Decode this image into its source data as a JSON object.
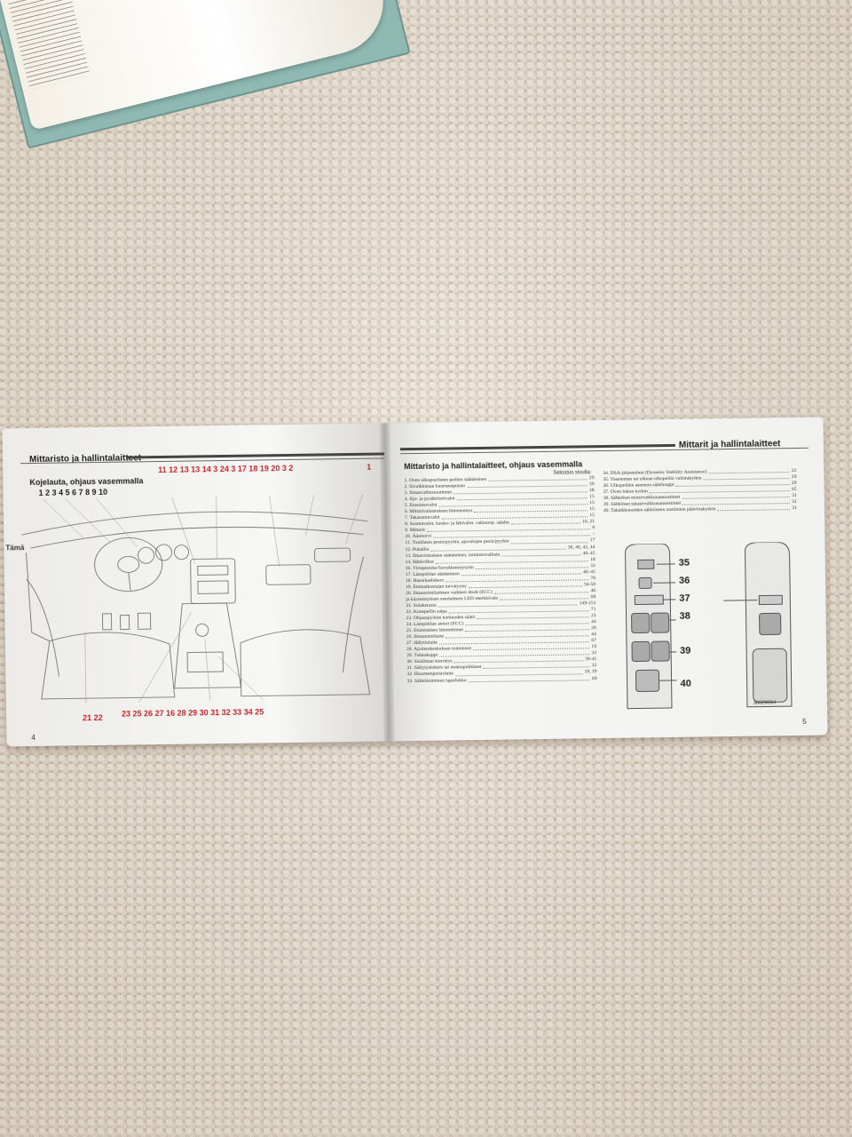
{
  "manual": {
    "left_header": "Mittaristo ja hallintalaitteet",
    "right_header": "Mittarit ja hallintalaitteet",
    "left_subtitle": "Kojelauta, ohjaus vasemmalla",
    "side_label": "Tämä",
    "top_numbers_black": "1  2  3   4 5 6 7  8    9 10",
    "top_numbers_red": "11  12 13 13  14  3   24 3 17  18  19          20       3     2",
    "top_number_right": "1",
    "bottom_numbers_left": "21 22",
    "bottom_numbers_right": "23 25 26 27 16 28 29 30 31 32 33 34 25",
    "page_left": "4",
    "page_right": "5",
    "toc_title": "Mittaristo ja hallintalaitteet, ohjaus vasemmalla",
    "toc_subheading": "Selostus sivulla:",
    "toc_col1": [
      {
        "label": "1.  Oven ulkopuolisten peilien säätäminen",
        "page": "29"
      },
      {
        "label": "2.  Sivuikkunan huurteenpoisto",
        "page": "39"
      },
      {
        "label": "3.  Ilmanvaihtosuuttimet",
        "page": "38"
      },
      {
        "label": "4.  Ajo- ja pysäköintivalot",
        "page": "15"
      },
      {
        "label": "5.  Etusumuvalot",
        "page": "15"
      },
      {
        "label": "6.  Mittarivalaistuksen himmennys",
        "page": "15"
      },
      {
        "label": "7.  Takasumuvalot",
        "page": "15"
      },
      {
        "label": "8.  Suuntavalot, kauko- ja lähivalot, vakionop. säädin",
        "page": "16, 21"
      },
      {
        "label": "9.  Mittarit",
        "page": "8"
      },
      {
        "label": "10. Äänitorvi",
        "page": "–"
      },
      {
        "label": "11. Tuulilasin pesin/pyyhin, ajovalojen pesin/pyyhin",
        "page": "17"
      },
      {
        "label": "12. Puhallin",
        "page": "38, 40, 42, 44"
      },
      {
        "label": "13. Ilmavirtauksen säätäminen, toimintovalitsin",
        "page": "40–45"
      },
      {
        "label": "14. Hätävilkut",
        "page": "18"
      },
      {
        "label": "16. Virtapistoke/Savukkeensytytin",
        "page": "33"
      },
      {
        "label": "17. Lämpötilan säätäminen",
        "page": "40–45"
      },
      {
        "label": "18. Hansikaslokero",
        "page": "70"
      },
      {
        "label": "19. Etumatkustajan turvatyyny",
        "page": "56-58"
      },
      {
        "label": "20. Ilmastointilaitteen vaikkeri diodi (ECC)",
        "page": "46"
      },
      {
        "label": "     ja käynnistyksen estolaitteen LED-merkkivalo",
        "page": "68"
      },
      {
        "label": "21. Sulakerasia",
        "page": "149-151"
      },
      {
        "label": "22. Konepellin salpa",
        "page": "71"
      },
      {
        "label": "23. Ohjauspyörän korkeuden säätö",
        "page": "23"
      },
      {
        "label": "24. Lämpötilan anturi (ECC)",
        "page": "44"
      },
      {
        "label": "25. Etuistuinten lämmittimet",
        "page": "28"
      },
      {
        "label": "26. Ilmastointilaite",
        "page": "44"
      },
      {
        "label": "27. Hälytinlaite",
        "page": "67"
      },
      {
        "label": "28. Ajotietokeskuksen toiminnot",
        "page": "19"
      },
      {
        "label": "29. Tuhkakuppi",
        "page": "32"
      },
      {
        "label": "30. Sisäilman kierrätys",
        "page": "39-45"
      },
      {
        "label": "31. Säilytyslokero tai mukinpidikkeet",
        "page": "32"
      },
      {
        "label": "32. Huurteenpoistolaite",
        "page": "18, 39"
      },
      {
        "label": "33. Sähkötoiminen lapsilukko",
        "page": "69"
      }
    ],
    "toc_col2": [
      {
        "label": "34. DSA-järjestelmä (Dynamic Stability Assistance)",
        "page": "22"
      },
      {
        "label": "35. Vasemman tai oikean ulkopeilin valintakytkin",
        "page": "29"
      },
      {
        "label": "36. Ulkopeilien asennon säätönuppi",
        "page": "29"
      },
      {
        "label": "37. Oven lukon kytkin",
        "page": "65"
      },
      {
        "label": "38. Sähköiset etuisivuikkunannostimet",
        "page": "31"
      },
      {
        "label": "39. Sähköiset takasivuikkunannostimet",
        "page": "31"
      },
      {
        "label": "40. Takaikkunoiden sähköisten nostimien päävirtakytkin",
        "page": "31"
      }
    ],
    "callouts": [
      "35",
      "36",
      "37",
      "38",
      "39",
      "40"
    ],
    "figure_code": "3602905H"
  }
}
